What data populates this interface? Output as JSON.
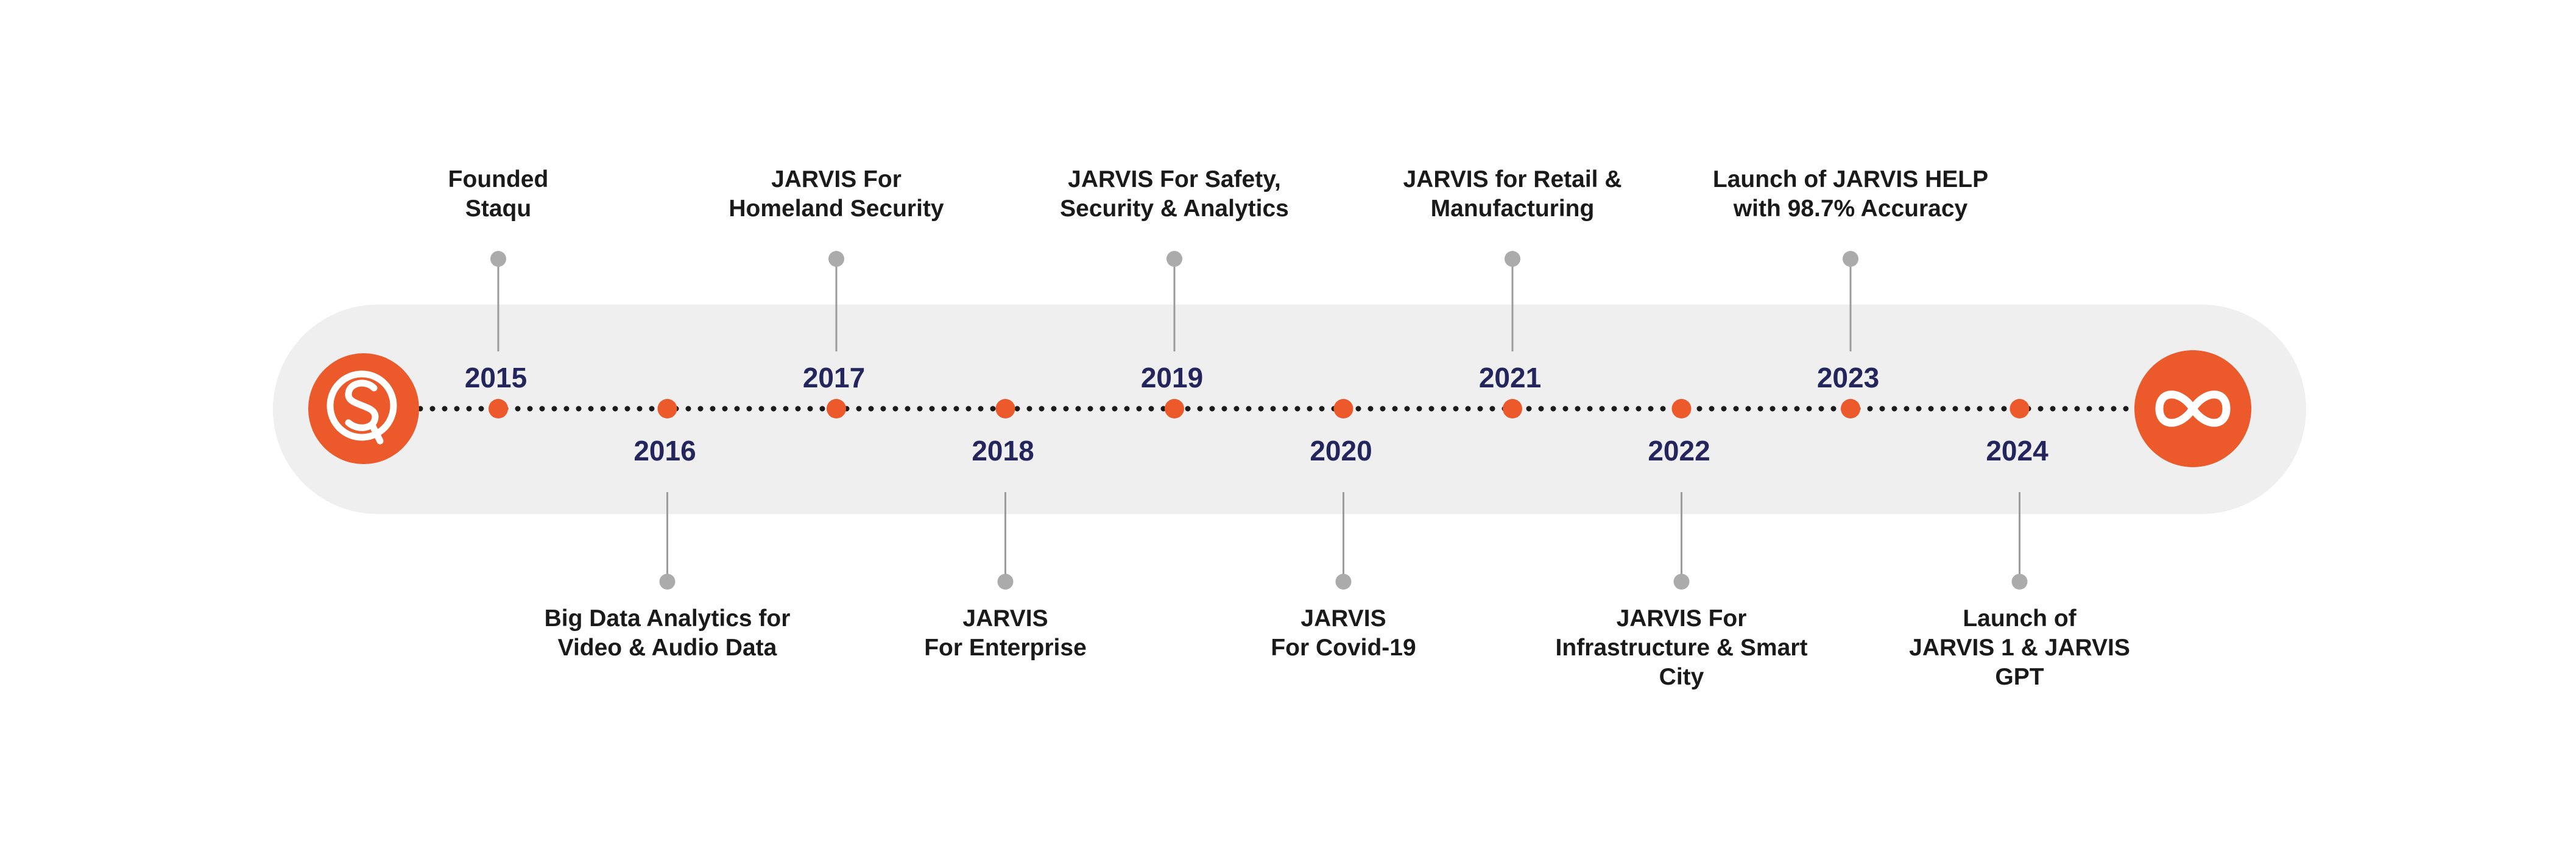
{
  "colors": {
    "band": "#efefef",
    "accent": "#ec5a2b",
    "year_text": "#23255c",
    "event_text": "#1a1a1a",
    "connector": "#9c9c9c",
    "marker": "#ababab",
    "dots": "#1a1a1a"
  },
  "start_icon": "staqu-logo-icon",
  "end_icon": "infinity-icon",
  "milestones": [
    {
      "year": "2015",
      "side": "top",
      "lines": [
        "Founded",
        "Staqu"
      ]
    },
    {
      "year": "2016",
      "side": "bottom",
      "lines": [
        "Big Data Analytics for",
        "Video & Audio Data"
      ]
    },
    {
      "year": "2017",
      "side": "top",
      "lines": [
        "JARVIS For",
        "Homeland Security"
      ]
    },
    {
      "year": "2018",
      "side": "bottom",
      "lines": [
        "JARVIS",
        "For Enterprise"
      ]
    },
    {
      "year": "2019",
      "side": "top",
      "lines": [
        "JARVIS For Safety,",
        "Security & Analytics"
      ]
    },
    {
      "year": "2020",
      "side": "bottom",
      "lines": [
        "JARVIS",
        "For Covid-19"
      ]
    },
    {
      "year": "2021",
      "side": "top",
      "lines": [
        "JARVIS for Retail &",
        "Manufacturing"
      ]
    },
    {
      "year": "2022",
      "side": "bottom",
      "lines": [
        "JARVIS For",
        "Infrastructure & Smart",
        "City"
      ]
    },
    {
      "year": "2023",
      "side": "top",
      "lines": [
        "Launch of JARVIS HELP",
        "with 98.7% Accuracy"
      ]
    },
    {
      "year": "2024",
      "side": "bottom",
      "lines": [
        "Launch of",
        "JARVIS 1 & JARVIS",
        "GPT"
      ]
    }
  ]
}
